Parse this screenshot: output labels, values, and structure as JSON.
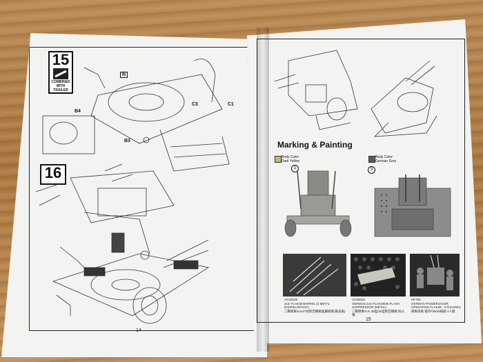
{
  "left_page": {
    "step_15": {
      "number": "15",
      "note": "COMBINED WITH TRAILER"
    },
    "step_16": {
      "number": "16"
    },
    "part_labels": [
      "N",
      "B4",
      "B3",
      "C3",
      "C1"
    ],
    "page_number": "14"
  },
  "right_page": {
    "heading": "Marking & Painting",
    "views": [
      {
        "index": "1",
        "body_label": "Body Color:",
        "color_label": "Dark Yellow"
      },
      {
        "index": "3",
        "body_label": "Body Color:",
        "color_label": "German Grey"
      }
    ],
    "products": [
      {
        "code": "AG35029",
        "caption": "2cm FLAK38 BARREL (2 METAL BARRELS/PACK)",
        "caption_cn": "二戰德軍2cm37式對空機砲金屬砲管(兩支裝)"
      },
      {
        "code": "AG35026",
        "caption": "GERMAN 2cm FLAK38/36 FLASH SUPPRESSOR (METAL)",
        "caption_cn": "二戰德軍2cm 38型/36型對空機砲 防火帽"
      },
      {
        "code": "HF700",
        "caption": "GERMAN PANZERJAGER OPERATING FLAK38 - 4 FIGURES",
        "caption_cn": "德軍高砲 操作Flak38砲組 4人組"
      }
    ],
    "page_number": "15"
  }
}
